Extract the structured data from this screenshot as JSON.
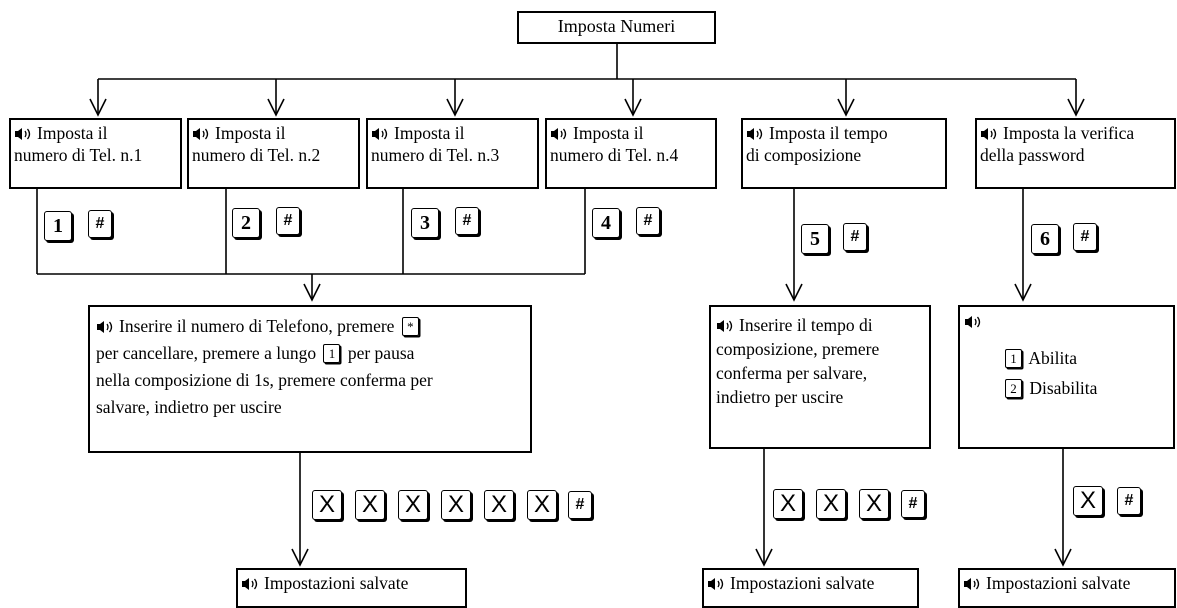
{
  "title": "Imposta Numeri",
  "boxes": {
    "tel1": {
      "l1": "Imposta il",
      "l2": "numero di Tel. n.1"
    },
    "tel2": {
      "l1": "Imposta il",
      "l2": "numero di Tel. n.2"
    },
    "tel3": {
      "l1": "Imposta il",
      "l2": "numero di Tel. n.3"
    },
    "tel4": {
      "l1": "Imposta il",
      "l2": "numero di Tel. n.4"
    },
    "tempo": {
      "l1": "Imposta il tempo",
      "l2": "di composizione"
    },
    "password": {
      "l1": "Imposta la verifica",
      "l2": "della password"
    }
  },
  "keys": {
    "k1": "1",
    "k2": "2",
    "k3": "3",
    "k4": "4",
    "k5": "5",
    "k6": "6",
    "hash": "#",
    "x": "X",
    "star": "*"
  },
  "instructions": {
    "phone": {
      "p1": "Inserire il numero di Telefono, premere",
      "p2": "per cancellare, premere a lungo",
      "p3": "per pausa",
      "p4": "nella composizione di 1s, premere conferma per",
      "p5": "salvare, indietro per uscire"
    },
    "tempo": {
      "l1": "Inserire il tempo di",
      "l2": "composizione, premere",
      "l3": "conferma per salvare,",
      "l4": "indietro per uscire"
    },
    "password": {
      "opt1_key": "1",
      "opt1": "Abilita",
      "opt2_key": "2",
      "opt2": "Disabilita"
    }
  },
  "saved": "Impostazioni salvate"
}
